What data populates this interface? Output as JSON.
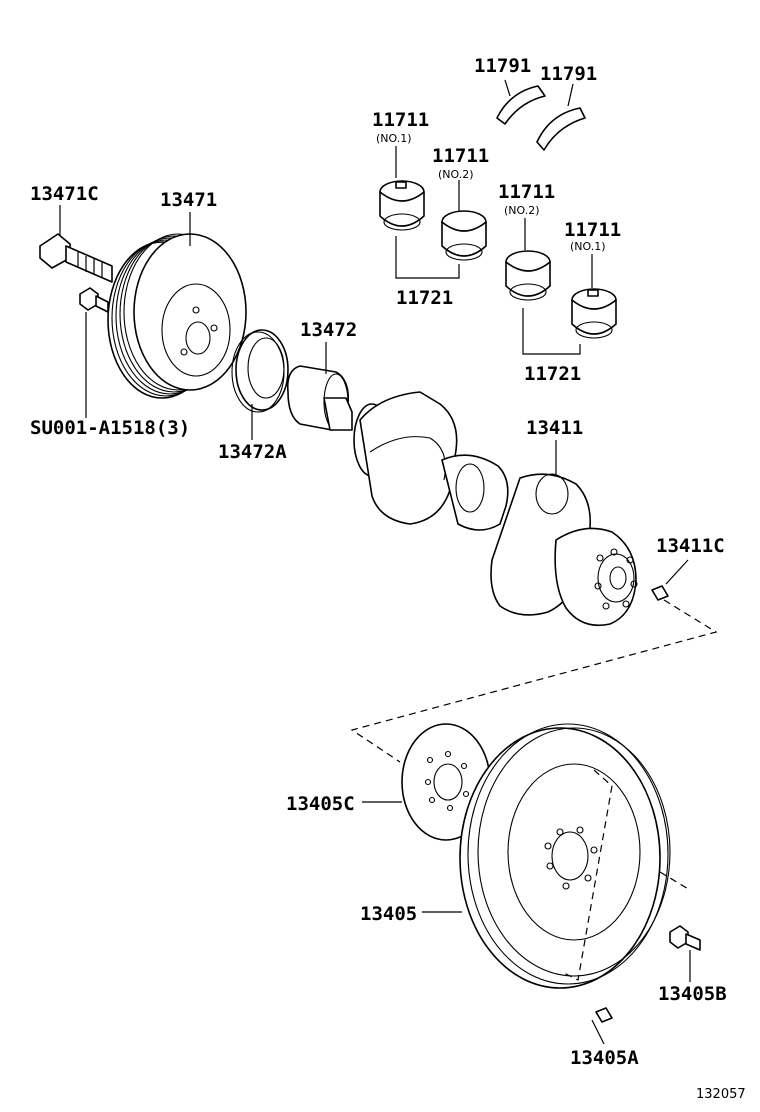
{
  "parts": {
    "p11791a": "11791",
    "p11791b": "11791",
    "p11711_no1_left": "11711",
    "p11711_no2_left": "11711",
    "p11711_no2_right": "11711",
    "p11711_no1_right": "11711",
    "no1_left": "(NO.1)",
    "no2_left": "(NO.2)",
    "no2_right": "(NO.2)",
    "no1_right": "(NO.1)",
    "p11721_left": "11721",
    "p11721_right": "11721",
    "p13471c": "13471C",
    "p13471": "13471",
    "p13472": "13472",
    "p13472a": "13472A",
    "su001": "SU001-A1518(3)",
    "p13411": "13411",
    "p13411c": "13411C",
    "p13405c": "13405C",
    "p13405": "13405",
    "p13405b": "13405B",
    "p13405a": "13405A"
  },
  "figure_number": "132057"
}
